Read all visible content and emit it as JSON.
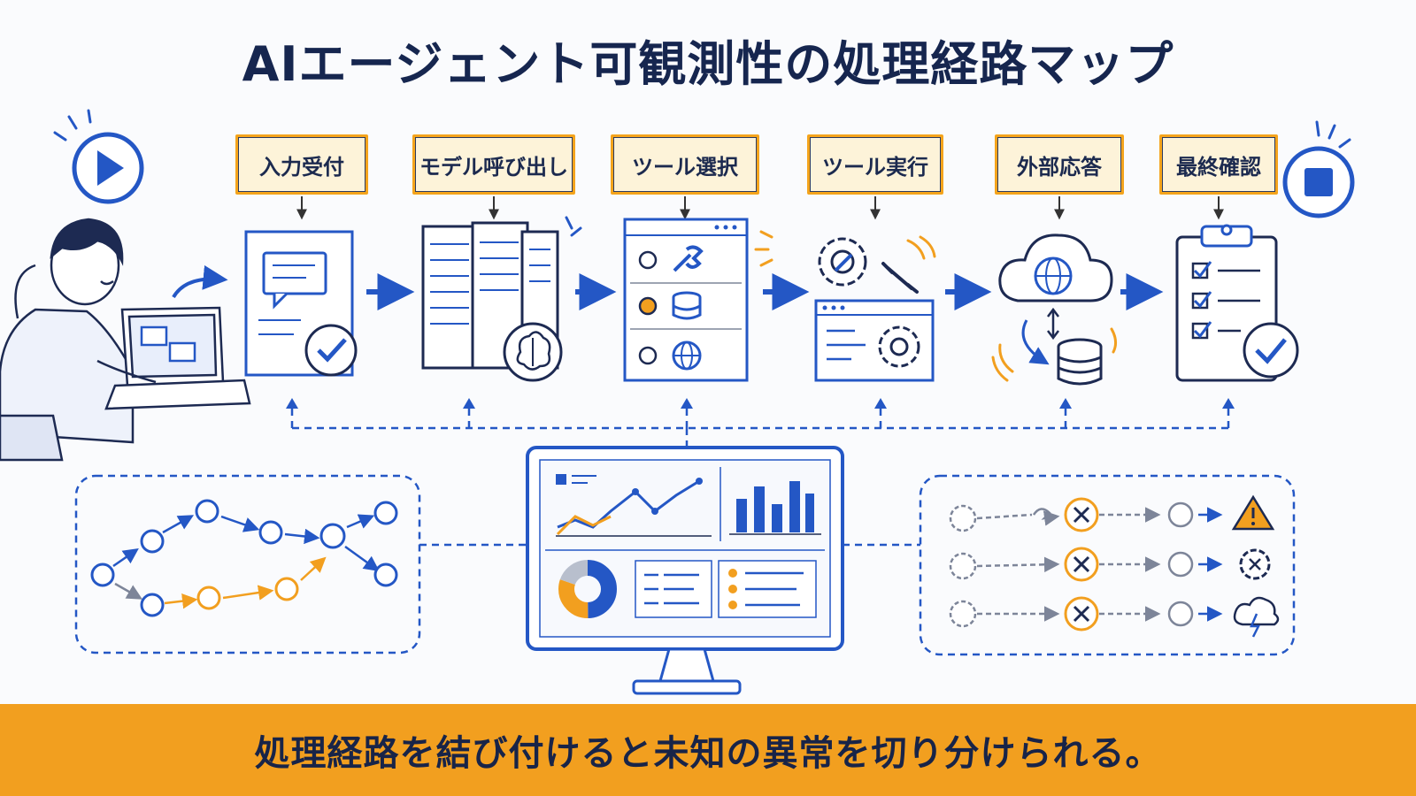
{
  "title": "AIエージェント可観測性の処理経路マップ",
  "stages": [
    {
      "label": "入力受付"
    },
    {
      "label": "モデル呼び出し"
    },
    {
      "label": "ツール選択"
    },
    {
      "label": "ツール実行"
    },
    {
      "label": "外部応答"
    },
    {
      "label": "最終確認"
    }
  ],
  "icons": {
    "start": "play-icon",
    "end": "stop-icon",
    "user": "person-laptop-icon",
    "input": "document-check-icon",
    "model": "server-brain-icon",
    "select": "tool-list-icon",
    "execute": "gear-window-icon",
    "external": "cloud-database-icon",
    "final": "clipboard-check-icon",
    "monitor": "dashboard-monitor-icon",
    "warning": "warning-icon",
    "gear_error": "gear-error-icon",
    "cloud_error": "cloud-lightning-icon"
  },
  "colors": {
    "primary_blue": "#2457c5",
    "accent_orange": "#f29f1f",
    "navy_text": "#16264f",
    "background": "#fafbfd"
  },
  "banner": {
    "text": "処理経路を結び付けると未知の異常を切り分けられる。"
  }
}
